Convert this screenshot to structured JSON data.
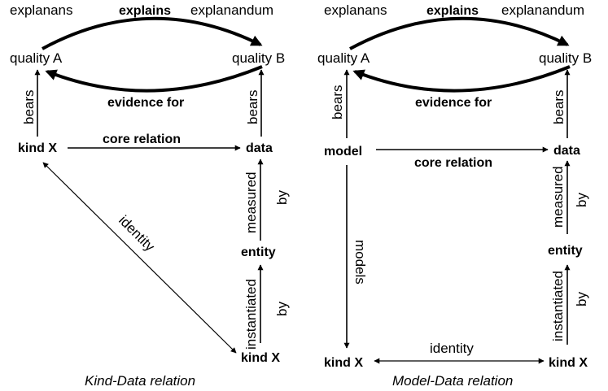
{
  "left_panel": {
    "explanans": "explanans",
    "explains": "explains",
    "explanandum": "explanandum",
    "quality_a": "quality A",
    "quality_b": "quality B",
    "evidence_for": "evidence for",
    "bears_left": "bears",
    "bears_right": "bears",
    "kind_x_top": "kind X",
    "core_relation": "core relation",
    "data": "data",
    "measured": "measured",
    "by_measured": "by",
    "identity": "identity",
    "entity": "entity",
    "instantiated": "instantiated",
    "by_instantiated": "by",
    "kind_x_bottom": "kind X",
    "caption": "Kind-Data relation"
  },
  "right_panel": {
    "explanans": "explanans",
    "explains": "explains",
    "explanandum": "explanandum",
    "quality_a": "quality A",
    "quality_b": "quality B",
    "evidence_for": "evidence for",
    "bears_left": "bears",
    "bears_right": "bears",
    "model": "model",
    "core_relation": "core relation",
    "data": "data",
    "models": "models",
    "measured": "measured",
    "by_measured": "by",
    "entity": "entity",
    "instantiated": "instantiated",
    "by_instantiated": "by",
    "kind_x": "kind X",
    "identity": "identity",
    "caption": "Model-Data relation"
  }
}
